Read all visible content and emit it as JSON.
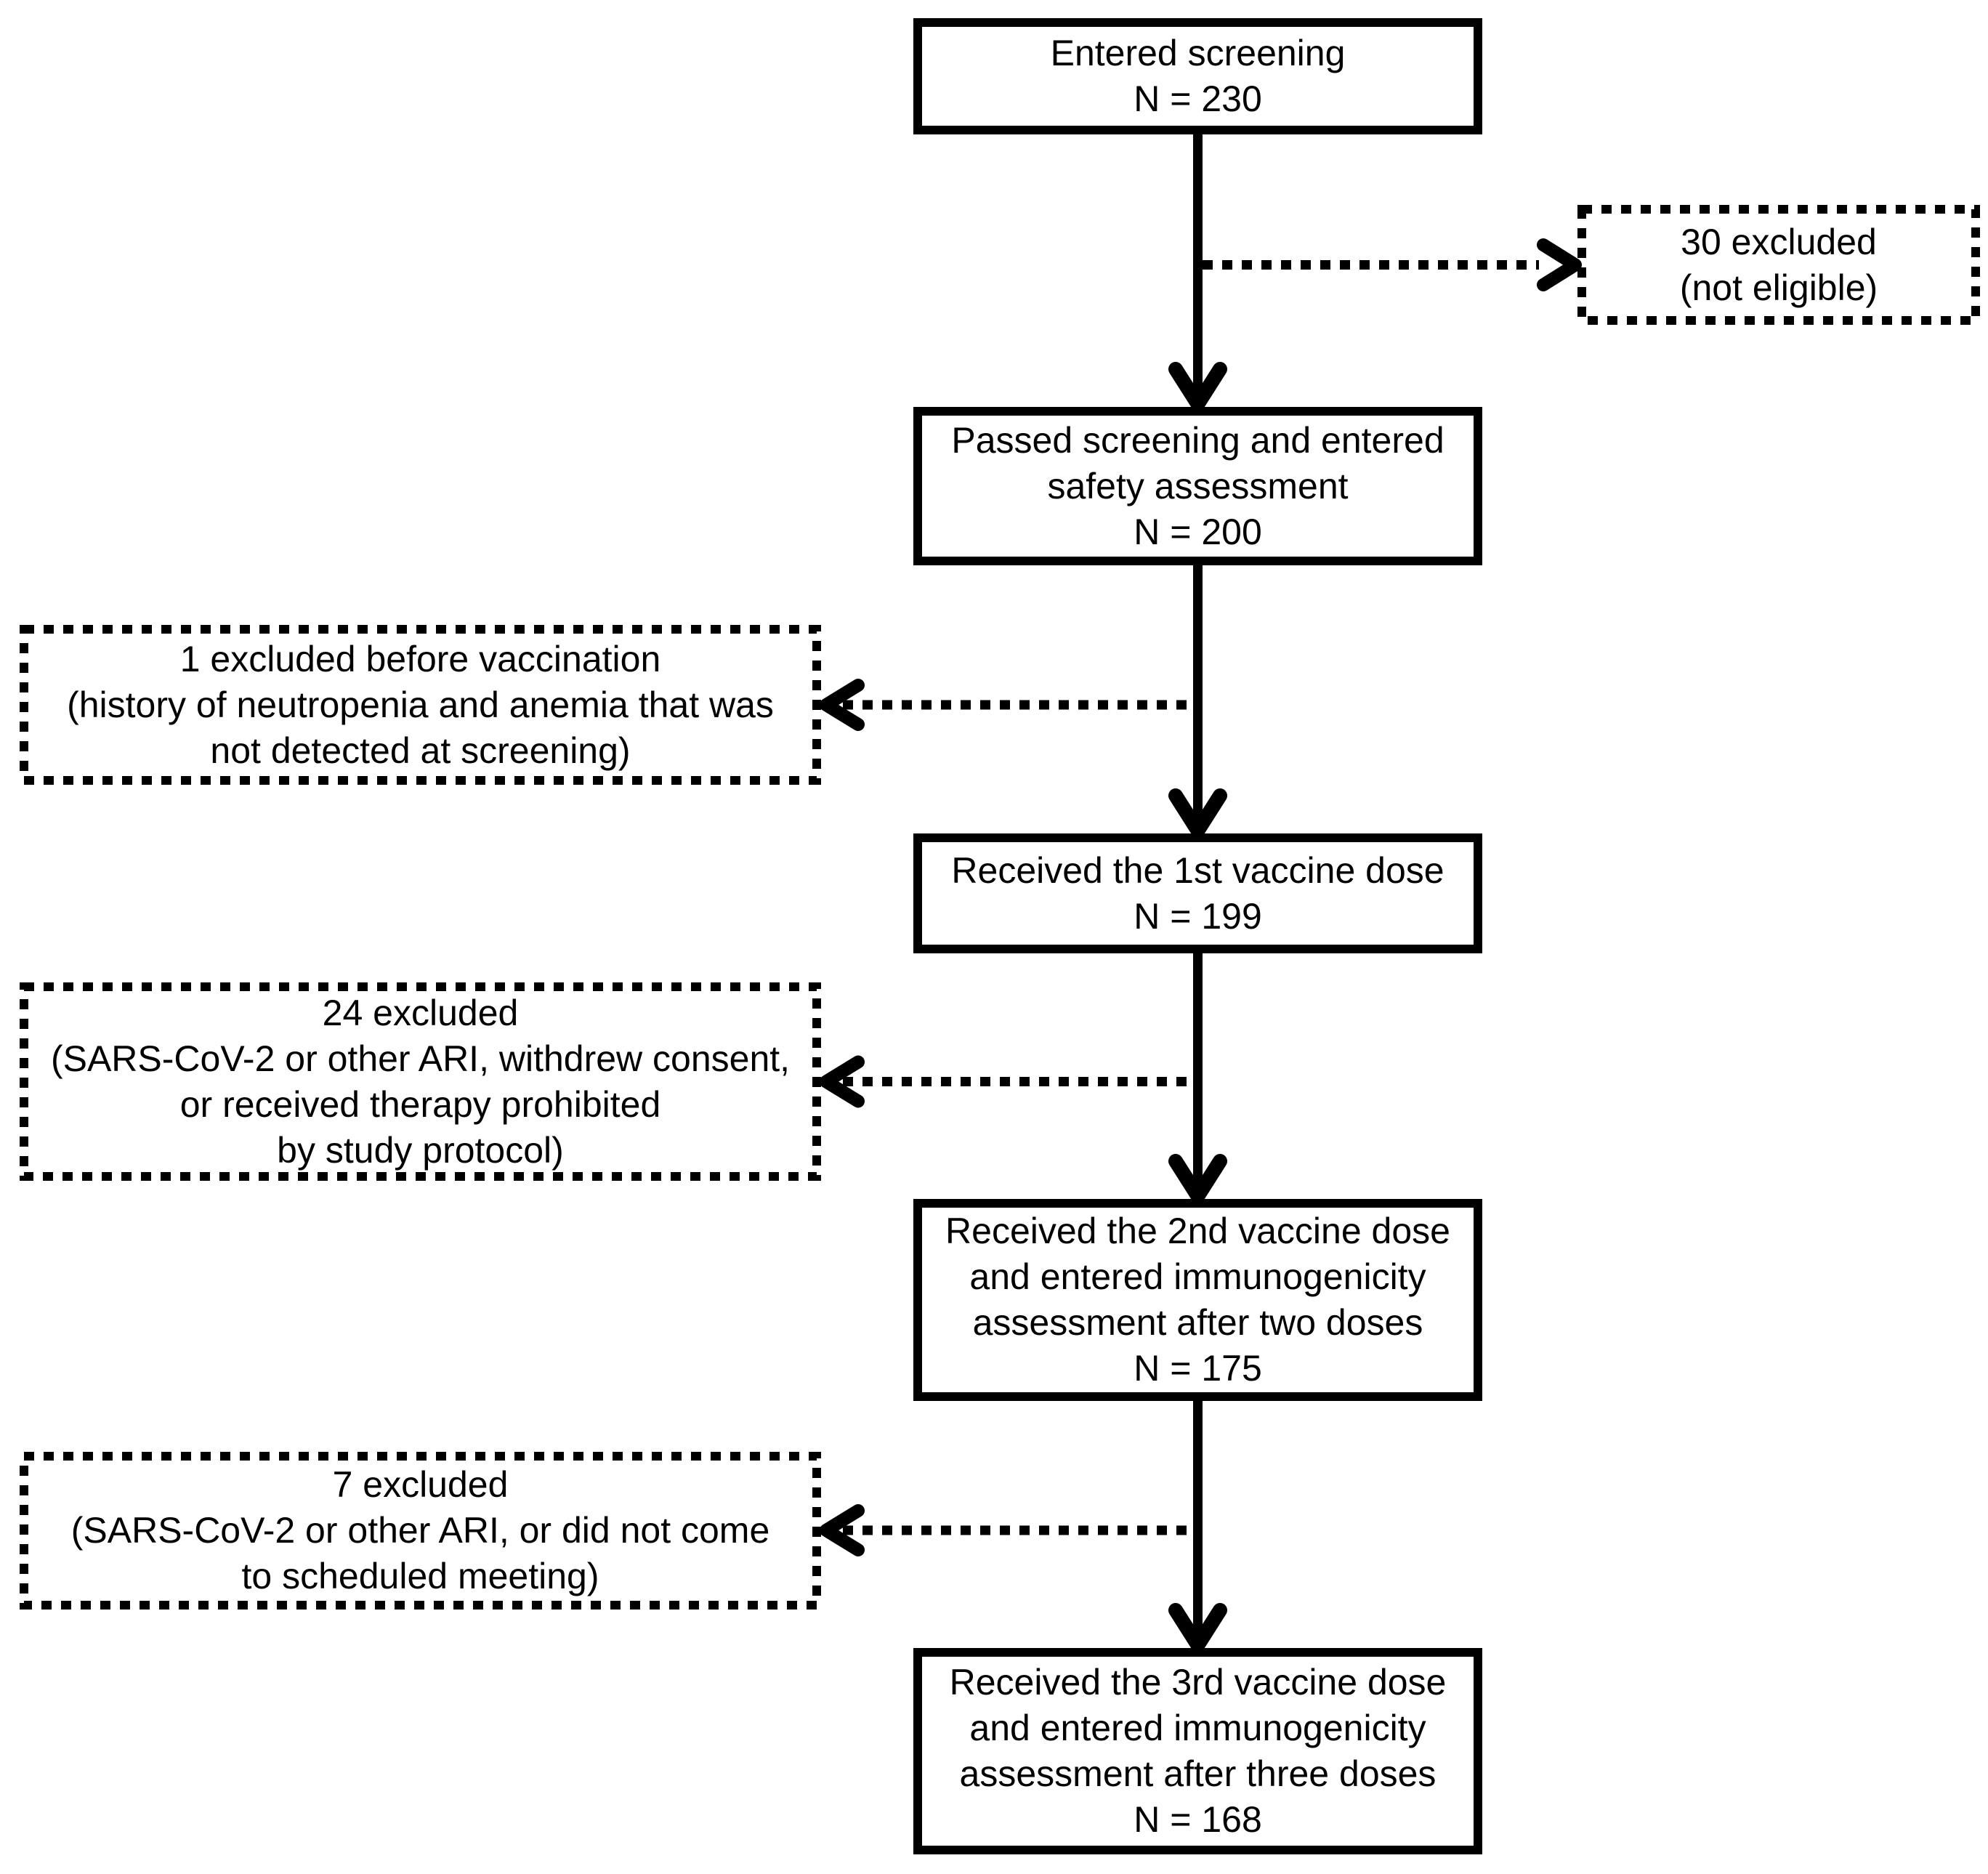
{
  "figure": {
    "kind": "participant-flow-diagram",
    "colors": {
      "stroke": "#000000",
      "box_fill": "#ffffff",
      "background": "#ffffff"
    },
    "main_flow": [
      {
        "id": "entered-screening",
        "n": 230,
        "text": "Entered screening\nN = 230"
      },
      {
        "id": "passed-screening-safety-assessment",
        "n": 200,
        "text": "Passed screening and entered\nsafety assessment\nN = 200"
      },
      {
        "id": "received-1st-vaccine-dose",
        "n": 199,
        "text": "Received the 1st vaccine dose\nN = 199"
      },
      {
        "id": "received-2nd-vaccine-dose",
        "n": 175,
        "text": "Received the 2nd vaccine dose\nand entered immunogenicity\nassessment after two doses\nN = 175"
      },
      {
        "id": "received-3rd-vaccine-dose",
        "n": 168,
        "text": "Received the 3rd vaccine dose\nand entered immunogenicity\nassessment after three doses\nN = 168"
      }
    ],
    "exclusions": [
      {
        "id": "excluded-not-eligible",
        "side": "right",
        "n": 30,
        "text": "30 excluded\n(not eligible)"
      },
      {
        "id": "excluded-before-vaccination",
        "side": "left",
        "n": 1,
        "text": "1 excluded before vaccination\n(history of neutropenia and anemia that was\nnot detected at screening)"
      },
      {
        "id": "excluded-after-1st-dose",
        "side": "left",
        "n": 24,
        "text": "24 excluded\n(SARS-CoV-2 or other ARI, withdrew consent,\nor received therapy prohibited\nby study protocol)"
      },
      {
        "id": "excluded-after-2nd-dose",
        "side": "left",
        "n": 7,
        "text": "7 excluded\n(SARS-CoV-2 or other ARI, or did not come\nto scheduled meeting)"
      }
    ]
  }
}
